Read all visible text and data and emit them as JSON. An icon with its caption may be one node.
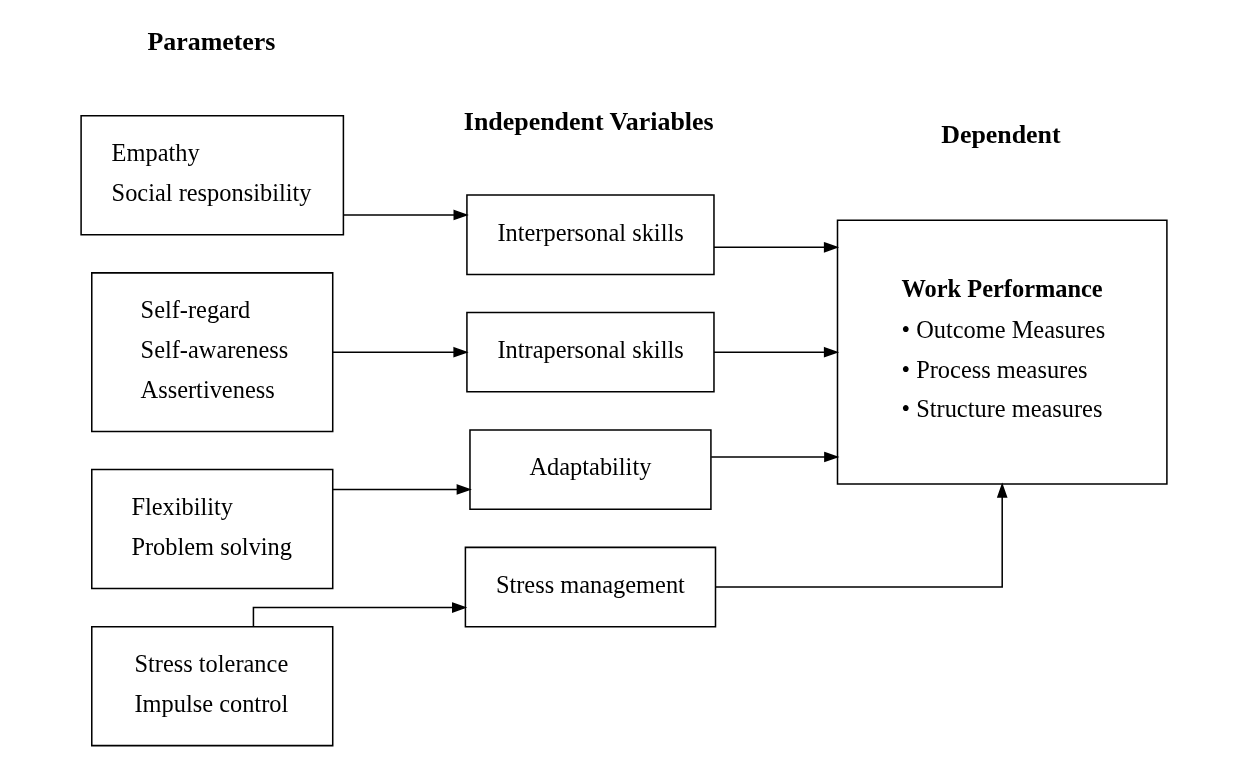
{
  "diagram": {
    "nodes": [
      {
        "text": [
          "Empathy",
          "Social responsibility"
        ]
      },
      {
        "text": [
          "Interpersonal skills"
        ]
      },
      {
        "text": [
          "Self-regard",
          "Self-awareness",
          "Assertiveness"
        ]
      },
      {
        "text": [
          "Intrapersonal skills"
        ]
      },
      {
        "text": [
          "Flexibility",
          "Problem solving"
        ]
      },
      {
        "text": [
          "Adaptability"
        ]
      },
      {
        "text": [
          "Stress tolerance",
          "Impulse control"
        ]
      },
      {
        "text": [
          "Stress management"
        ]
      },
      {
        "text": [
          "Work Performance",
          "• Outcome Measures",
          "• Process measures",
          "• Structure measures"
        ]
      }
    ],
    "edges": [
      {
        "from": 0,
        "to": 1,
        "arrow": "to"
      },
      {
        "from": 2,
        "to": 3,
        "arrow": "to"
      },
      {
        "from": 4,
        "to": 5,
        "arrow": "to"
      },
      {
        "from": 6,
        "to": 7,
        "arrow": "to"
      },
      {
        "from": 1,
        "to": 8,
        "arrow": "to"
      },
      {
        "from": 3,
        "to": 8,
        "arrow": "to"
      },
      {
        "from": 5,
        "to": 8,
        "arrow": "to"
      },
      {
        "from": 7,
        "to": 8,
        "arrow": "to"
      }
    ],
    "labels": [
      "Parameters",
      "Independent Variables",
      "Dependent"
    ]
  }
}
